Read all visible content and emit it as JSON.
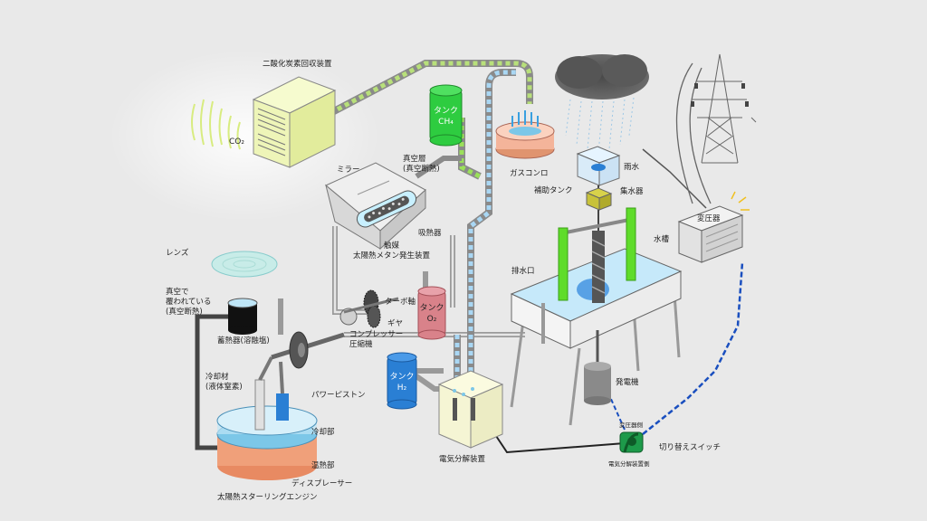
{
  "labels": {
    "co2_device": "二酸化炭素回収装置",
    "co2": "CO₂",
    "mirror": "ミラー",
    "vacuum_layer": "真空層\n(真空断熱)",
    "heat_absorber": "吸熱器",
    "catalyst": "触媒",
    "methane_gen": "太陽熱メタン発生装置",
    "gas_stove": "ガスコンロ",
    "rainwater": "雨水",
    "collector": "集水器",
    "aux_tank": "補助タンク",
    "transformer": "変圧器",
    "water_tank": "水槽",
    "drain": "排水口",
    "generator": "発電機",
    "lens": "レンズ",
    "vacuum_covered": "真空で\n覆われている\n(真空断熱)",
    "heat_storage": "蓄熱器(溶融塩)",
    "turbo_shaft": "ターボ軸",
    "gear": "ギヤ",
    "compressor": "コンプレッサー\n圧縮機",
    "coolant": "冷却材\n(液体窒素)",
    "power_piston": "パワーピストン",
    "cooling_part": "冷却部",
    "heating_part": "温熱部",
    "displacer": "ディスプレーサー",
    "stirling": "太陽熱スターリングエンジン",
    "electrolysis": "電気分解装置",
    "switch": "切り替えスイッチ",
    "switch_top": "変圧器側",
    "switch_bottom": "電気分解装置側"
  },
  "tanks": {
    "ch4_line1": "タンク",
    "ch4_line2": "CH₄",
    "o2_line1": "タンク",
    "o2_line2": "O₂",
    "h2_line1": "タンク",
    "h2_line2": "H₂"
  },
  "colors": {
    "background": "#e9e9e9",
    "ch4_tank": "#2ecc40",
    "o2_tank": "#d9828a",
    "h2_tank": "#2a7fd4",
    "co2_device": "#eef5b8",
    "gas_stove": "#f4b49a",
    "hot_layer": "#f0a07a",
    "cold_layer": "#7cc7e8",
    "water": "#bfe6f7",
    "turbine_blade": "#5fdc2a",
    "aux_tank": "#c8c23a"
  }
}
